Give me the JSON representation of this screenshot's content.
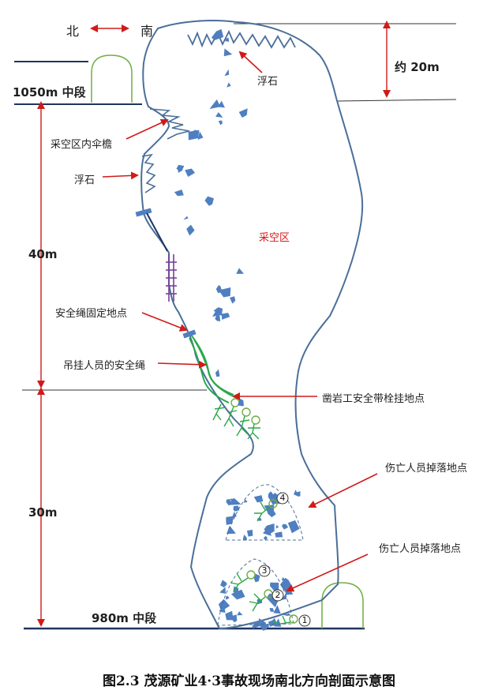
{
  "labels": {
    "north": "北",
    "south": "南",
    "level_upper": "1050m 中段",
    "level_lower": "980m 中段",
    "height_top": "约 20m",
    "height_mid": "40m",
    "height_low": "30m",
    "floating_rock_top": "浮石",
    "umbrella_eave": "采空区内伞檐",
    "floating_rock_left": "浮石",
    "goaf": "采空区",
    "rope_anchor": "安全绳固定地点",
    "hanging_rope": "吊挂人员的安全绳",
    "belt_point": "凿岩工安全带栓挂地点",
    "fall_point_upper": "伤亡人员掉落地点",
    "fall_point_lower": "伤亡人员掉落地点",
    "n1": "1",
    "n2": "2",
    "n3": "3",
    "n4": "4"
  },
  "caption": "图2.3  茂源矿业4·3事故现场南北方向剖面示意图",
  "colors": {
    "wall": "#4a6f99",
    "rock": "#4f7fc0",
    "arrow": "#d11a1a",
    "rope": "#29a84a",
    "tunnel": "#6fae43",
    "ladder": "#7a3f9c",
    "level_line": "#1f3560"
  }
}
